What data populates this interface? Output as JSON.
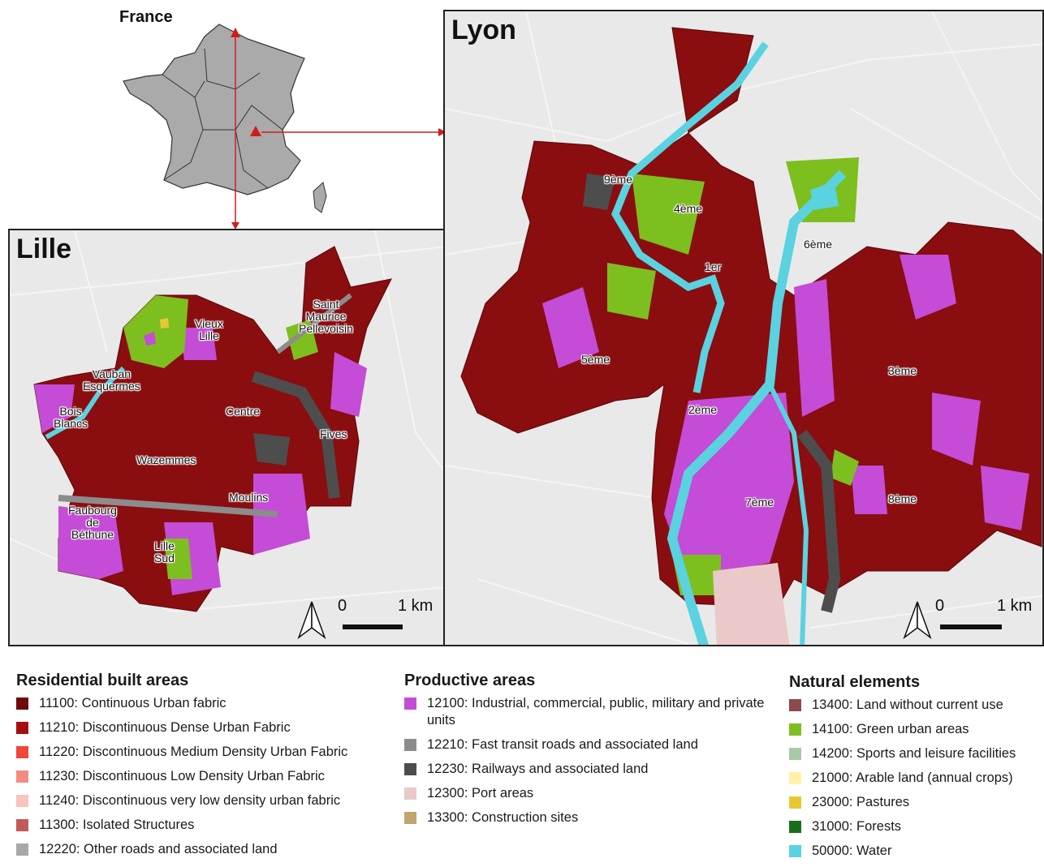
{
  "france": {
    "label": "France"
  },
  "lyon": {
    "title": "Lyon",
    "districts": [
      "9ème",
      "4ème",
      "6ème",
      "1er",
      "5ème",
      "3ème",
      "2ème",
      "7ème",
      "8ème"
    ],
    "scale": {
      "zero": "0",
      "one": "1 km"
    }
  },
  "lille": {
    "title": "Lille",
    "districts": [
      "Vieux\nLille",
      "Saint\nMaurice\nPellevoisin",
      "Vauban\nEsquermes",
      "Bois\nBlancs",
      "Centre",
      "Fives",
      "Wazemmes",
      "Moulins",
      "Faubourg\nde\nBéthune",
      "Lille\nSud"
    ],
    "scale": {
      "zero": "0",
      "one": "1 km"
    }
  },
  "legend": {
    "residential": {
      "title": "Residential built areas",
      "items": [
        {
          "label": "11100: Continuous Urban fabric",
          "color": "#6e0a0a"
        },
        {
          "label": "11210: Discontinuous Dense Urban Fabric",
          "color": "#a80d0d"
        },
        {
          "label": "11220: Discontinuous Medium Density Urban Fabric",
          "color": "#f0463c"
        },
        {
          "label": "11230: Discontinuous Low Density Urban Fabric",
          "color": "#f28c82"
        },
        {
          "label": "11240: Discontinuous very low density urban fabric",
          "color": "#f7c4bf"
        },
        {
          "label": "11300: Isolated Structures",
          "color": "#c25a5a"
        },
        {
          "label": "12220: Other roads and associated land",
          "color": "#a8a8a8"
        }
      ]
    },
    "productive": {
      "title": "Productive areas",
      "items": [
        {
          "label": "12100: Industrial, commercial, public, military and private units",
          "color": "#c44cd6"
        },
        {
          "label": "12210: Fast transit roads and associated land",
          "color": "#8c8c8c"
        },
        {
          "label": "12230: Railways and associated land",
          "color": "#4d4d4d"
        },
        {
          "label": "12300: Port areas",
          "color": "#eac9c9"
        },
        {
          "label": "13300: Construction sites",
          "color": "#bfa56e"
        }
      ]
    },
    "natural": {
      "title": "Natural elements",
      "items": [
        {
          "label": "13400: Land without current use",
          "color": "#8c4a4a"
        },
        {
          "label": "14100: Green urban areas",
          "color": "#7dbf1e"
        },
        {
          "label": "14200: Sports and leisure facilities",
          "color": "#a9c9a4"
        },
        {
          "label": "21000: Arable land (annual crops)",
          "color": "#fff2a6"
        },
        {
          "label": "23000: Pastures",
          "color": "#e8c832"
        },
        {
          "label": "31000: Forests",
          "color": "#1a6e1a"
        },
        {
          "label": "50000: Water",
          "color": "#5ad2e0"
        }
      ]
    }
  }
}
